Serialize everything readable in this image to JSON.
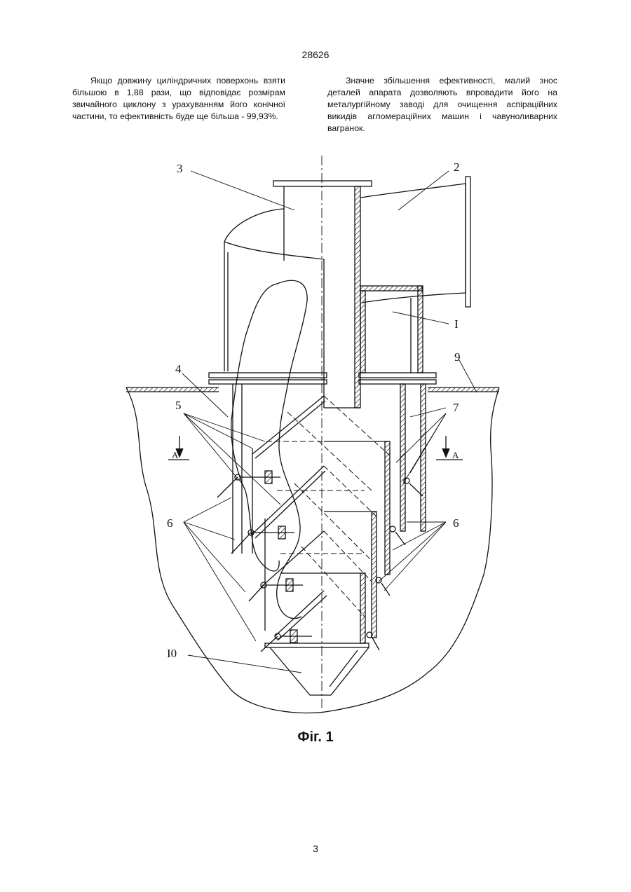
{
  "header": {
    "patent_number": "28626"
  },
  "text": {
    "left_paragraph": "Якщо довжину циліндричних поверхонь взяти більшою в 1,88 рази, що відповідає розмірам звичайного циклону з урахуванням його конічної частини, то ефективність буде ще більша - 99,93%.",
    "right_paragraph": "Значне збільшення ефективності, малий знос деталей апарата дозволяють впровадити його на металургійному заводі для очищення аспіраційних викидів агломераційних машин і чавуноливарних вагранок."
  },
  "figure": {
    "labels": {
      "l3": "3",
      "l2": "2",
      "lI": "I",
      "l9": "9",
      "l4": "4",
      "l5": "5",
      "l7": "7",
      "lA_left": "A",
      "lA_right": "A",
      "l6_left": "6",
      "l6_right": "6",
      "l10": "I0"
    },
    "caption": "Фіг. 1"
  },
  "footer": {
    "page_number": "3"
  }
}
